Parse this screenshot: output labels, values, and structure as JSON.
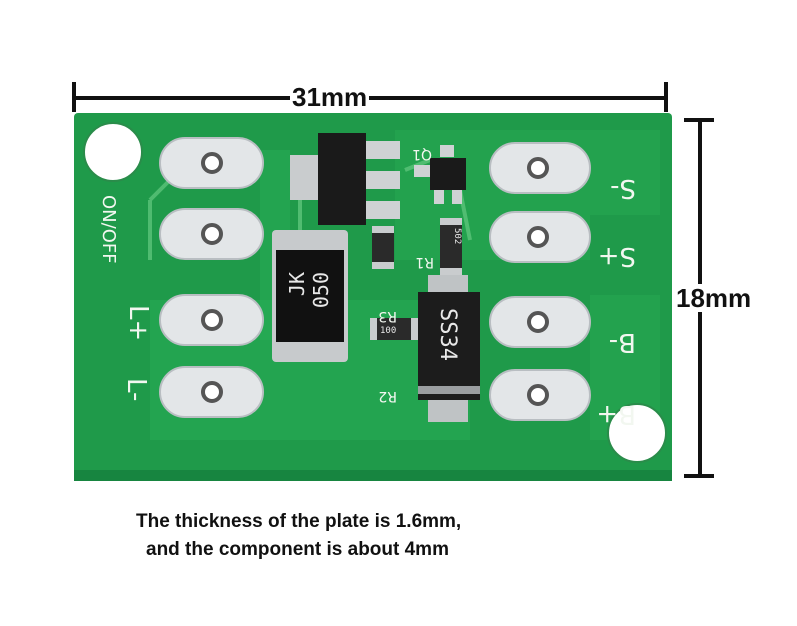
{
  "dimensions": {
    "width_label": "31mm",
    "height_label": "18mm"
  },
  "caption": {
    "line1": "The thickness of the plate is 1.6mm,",
    "line2": "and the component is about 4mm"
  },
  "board": {
    "switch_label": "ON/OFF",
    "load_pos": "L+",
    "load_neg": "L-",
    "solar_neg": "S-",
    "solar_pos": "S+",
    "battery_neg": "B-",
    "battery_pos": "B+",
    "fuse_line1": "JK",
    "fuse_line2": "050",
    "diode_label": "SS34",
    "q1_label": "Q1",
    "r1_label": "R1",
    "r2_label": "R2",
    "r3_label": "R3",
    "r1_code": "502",
    "r3_code": "100"
  },
  "colors": {
    "pcb": "#1f9a4a",
    "pcb_dark": "#178540",
    "pad": "#e3e6e8",
    "silkscreen": "#f2f7f0"
  }
}
